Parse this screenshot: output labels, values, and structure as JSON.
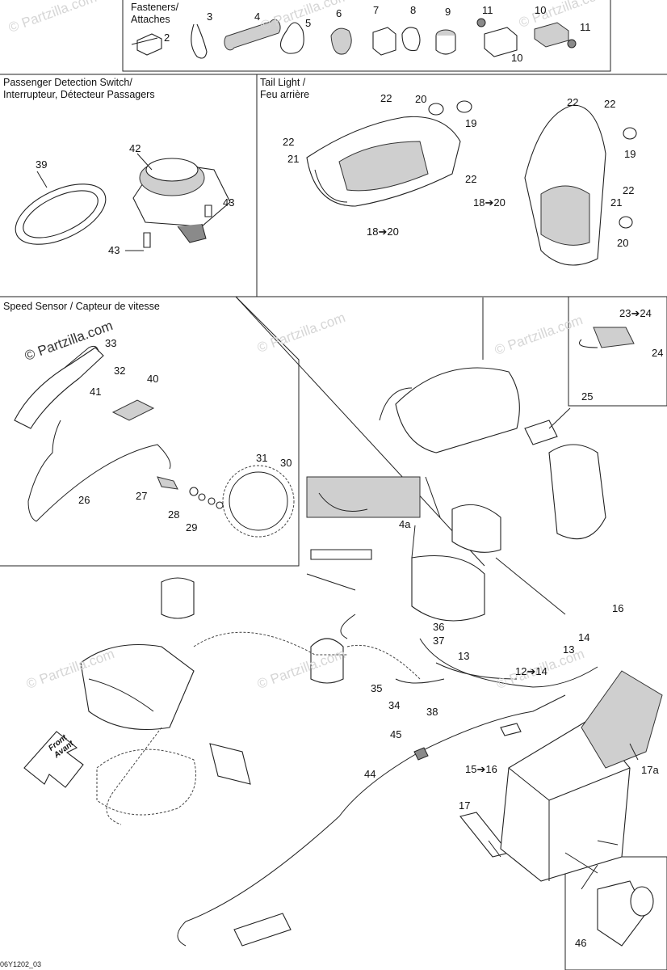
{
  "sections": {
    "fasteners": "Fasteners/\nAttaches",
    "passenger": "Passenger Detection Switch/\nInterrupteur, Détecteur Passagers",
    "tail_light": "Tail Light /\nFeu arrière",
    "speed_sensor": "Speed Sensor / Capteur de vitesse"
  },
  "watermark": "© Partzilla.com",
  "front_label": "Front\nAvant",
  "figure_code": "06Y1202_03",
  "callouts": [
    {
      "id": "c-2",
      "text": "2"
    },
    {
      "id": "c-3",
      "text": "3"
    },
    {
      "id": "c-4",
      "text": "4"
    },
    {
      "id": "c-5",
      "text": "5"
    },
    {
      "id": "c-6",
      "text": "6"
    },
    {
      "id": "c-7",
      "text": "7"
    },
    {
      "id": "c-8",
      "text": "8"
    },
    {
      "id": "c-9",
      "text": "9"
    },
    {
      "id": "c-11a",
      "text": "11"
    },
    {
      "id": "c-10a",
      "text": "10"
    },
    {
      "id": "c-11b",
      "text": "11"
    },
    {
      "id": "c-10b",
      "text": "10"
    },
    {
      "id": "c-39",
      "text": "39"
    },
    {
      "id": "c-42",
      "text": "42"
    },
    {
      "id": "c-43a",
      "text": "43"
    },
    {
      "id": "c-43b",
      "text": "43"
    },
    {
      "id": "c-22a",
      "text": "22"
    },
    {
      "id": "c-20a",
      "text": "20"
    },
    {
      "id": "c-19a",
      "text": "19"
    },
    {
      "id": "c-22b",
      "text": "22"
    },
    {
      "id": "c-21a",
      "text": "21"
    },
    {
      "id": "c-22c",
      "text": "22"
    },
    {
      "id": "c-18a",
      "text": "18➔20"
    },
    {
      "id": "c-22d",
      "text": "22"
    },
    {
      "id": "c-22e",
      "text": "22"
    },
    {
      "id": "c-19b",
      "text": "19"
    },
    {
      "id": "c-22f",
      "text": "22"
    },
    {
      "id": "c-21b",
      "text": "21"
    },
    {
      "id": "c-18b",
      "text": "18➔20"
    },
    {
      "id": "c-20b",
      "text": "20"
    },
    {
      "id": "c-33",
      "text": "33"
    },
    {
      "id": "c-32",
      "text": "32"
    },
    {
      "id": "c-40",
      "text": "40"
    },
    {
      "id": "c-41",
      "text": "41"
    },
    {
      "id": "c-31",
      "text": "31"
    },
    {
      "id": "c-30",
      "text": "30"
    },
    {
      "id": "c-27",
      "text": "27"
    },
    {
      "id": "c-26",
      "text": "26"
    },
    {
      "id": "c-28",
      "text": "28"
    },
    {
      "id": "c-29",
      "text": "29"
    },
    {
      "id": "c-23",
      "text": "23➔24"
    },
    {
      "id": "c-24",
      "text": "24"
    },
    {
      "id": "c-25",
      "text": "25"
    },
    {
      "id": "c-4a",
      "text": "4a"
    },
    {
      "id": "c-16a",
      "text": "16"
    },
    {
      "id": "c-36",
      "text": "36"
    },
    {
      "id": "c-37",
      "text": "37"
    },
    {
      "id": "c-13a",
      "text": "13"
    },
    {
      "id": "c-14",
      "text": "14"
    },
    {
      "id": "c-13b",
      "text": "13"
    },
    {
      "id": "c-12",
      "text": "12➔14"
    },
    {
      "id": "c-35",
      "text": "35"
    },
    {
      "id": "c-34",
      "text": "34"
    },
    {
      "id": "c-38",
      "text": "38"
    },
    {
      "id": "c-17a",
      "text": "17a"
    },
    {
      "id": "c-45",
      "text": "45"
    },
    {
      "id": "c-44",
      "text": "44"
    },
    {
      "id": "c-15",
      "text": "15➔16"
    },
    {
      "id": "c-17",
      "text": "17"
    },
    {
      "id": "c-46",
      "text": "46"
    }
  ]
}
